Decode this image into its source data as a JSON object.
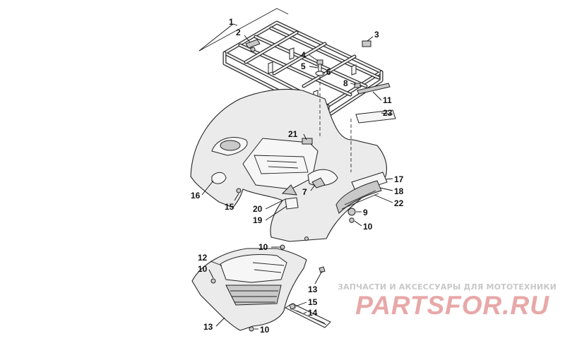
{
  "watermark": {
    "tagline": "ЗАПЧАСТИ И АКСЕССУАРЫ ДЛЯ МОТОТЕХНИКИ",
    "brand": "PARTSFOR.RU",
    "tagline_color": "#c8c8c8",
    "brand_color": "#e8a8a8"
  },
  "callouts": {
    "c1": "1",
    "c2": "2",
    "c3": "3",
    "c4": "4",
    "c5": "5",
    "c6": "6",
    "c7": "7",
    "c8": "8",
    "c9": "9",
    "c10a": "10",
    "c10b": "10",
    "c10c": "10",
    "c10d": "10",
    "c11": "11",
    "c12": "12",
    "c13a": "13",
    "c13b": "13",
    "c14": "14",
    "c15a": "15",
    "c15b": "15",
    "c16": "16",
    "c17": "17",
    "c18": "18",
    "c19": "19",
    "c20": "20",
    "c21": "21",
    "c22": "22",
    "c23": "23"
  },
  "icons": {
    "parts": "exploded-parts-diagram"
  }
}
